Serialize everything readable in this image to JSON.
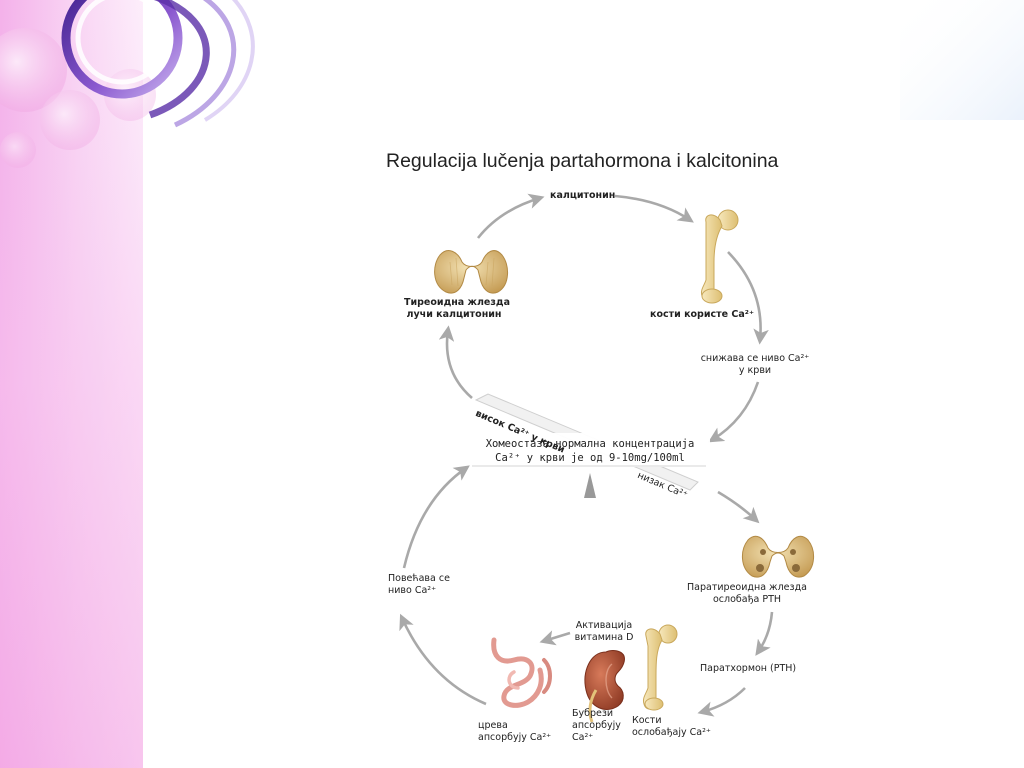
{
  "slide": {
    "title": "Regulacija  lučenja partahormona i kalcitonina"
  },
  "diagram": {
    "nodes": {
      "calcitonin": "калцитонин",
      "thyroid": [
        "Тиреоидна жлезда",
        "лучи калцитонин"
      ],
      "bones_use": "кости користе Ca²⁺",
      "lowers": [
        "снижава се ниво Ca²⁺",
        "у крви"
      ],
      "high_ca": "висок Ca²⁺ у крви",
      "homeostasis": [
        "Хомеостаза нормална концентрација",
        "Ca²⁺  у крви је од 9-10mg/100ml"
      ],
      "low_ca": "низак Ca²⁺",
      "parathyroid": [
        "Паратиреоидна жлезда",
        "ослобађа PTH"
      ],
      "pth": "Паратхормон (PTH)",
      "bones_release": [
        "Кости",
        "ослобађају Ca²⁺"
      ],
      "kidneys": [
        "Бубрези",
        "апсорбују",
        "Ca²⁺"
      ],
      "vitamin_d": [
        "Активација",
        "витамина D"
      ],
      "intestine": [
        "црева",
        "апсорбују Ca²⁺"
      ],
      "raises": [
        "Повећава се",
        "ниво Ca²⁺"
      ]
    },
    "icons": [
      "thyroid-gland-icon",
      "femur-bone-icon",
      "parathyroid-gland-icon",
      "intestine-icon",
      "kidney-icon"
    ],
    "colors": {
      "arrow": "#a9a9a9",
      "gland": "#d8b877",
      "bone": "#efd79a",
      "kidney": "#b8583c",
      "intestine": "#e8a29a",
      "deco_pink": "#f3b6e8",
      "deco_purple": "#6f3fb2"
    }
  }
}
